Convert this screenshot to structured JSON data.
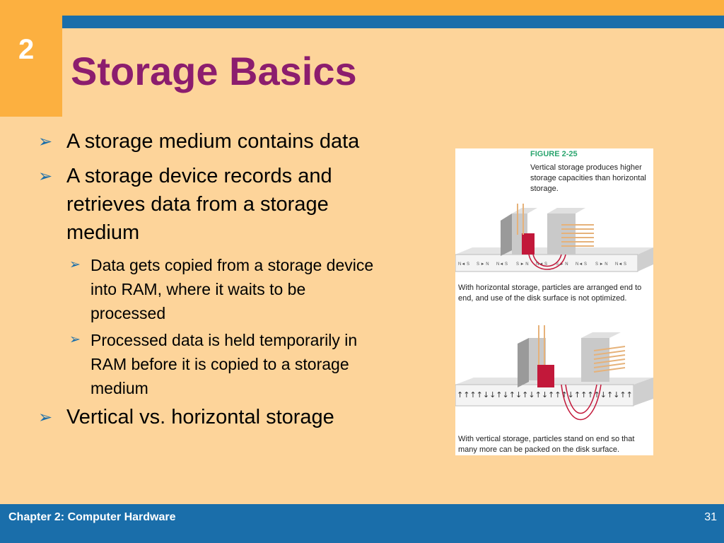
{
  "slide": {
    "chapter_number": "2",
    "title": "Storage Basics"
  },
  "bullets": [
    {
      "text": "A storage medium contains data",
      "level": 1
    },
    {
      "text": "A storage device records and retrieves data from a storage medium",
      "level": 1
    },
    {
      "text": "Data gets copied from a storage device into RAM, where it waits to be processed",
      "level": 2
    },
    {
      "text": "Processed data is held temporarily in RAM before it is copied to a storage medium",
      "level": 2
    },
    {
      "text": "Vertical vs. horizontal storage",
      "level": 1
    }
  ],
  "figure": {
    "label": "FIGURE 2-25",
    "caption": "Vertical storage produces higher storage capacities than horizontal storage.",
    "horizontal_caption": "With horizontal storage, particles are arranged end to end, and use of the disk surface is not optimized.",
    "vertical_caption": "With vertical storage, particles stand on end so that many more can be packed on the disk surface."
  },
  "footer": {
    "title": "Chapter 2: Computer Hardware",
    "page_number": "31"
  },
  "colors": {
    "background": "#fdd49a",
    "accent_orange": "#fcb040",
    "accent_blue": "#1a6eaa",
    "title": "#8c1d6e"
  }
}
